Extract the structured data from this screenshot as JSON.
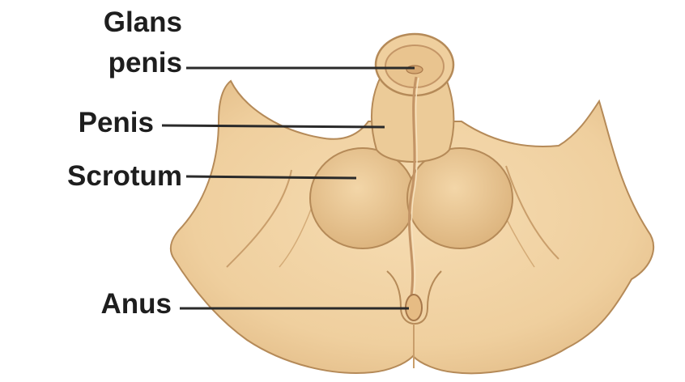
{
  "labels": {
    "glans_line1": "Glans",
    "glans_line2": "penis",
    "penis": "Penis",
    "scrotum": "Scrotum",
    "anus": "Anus"
  },
  "colors": {
    "skin": "#efcf9e",
    "skin_shadow": "#d8b07a",
    "outline": "#b58a58",
    "leader_line": "#2a2a2a",
    "label_text": "#1e1e1e"
  }
}
